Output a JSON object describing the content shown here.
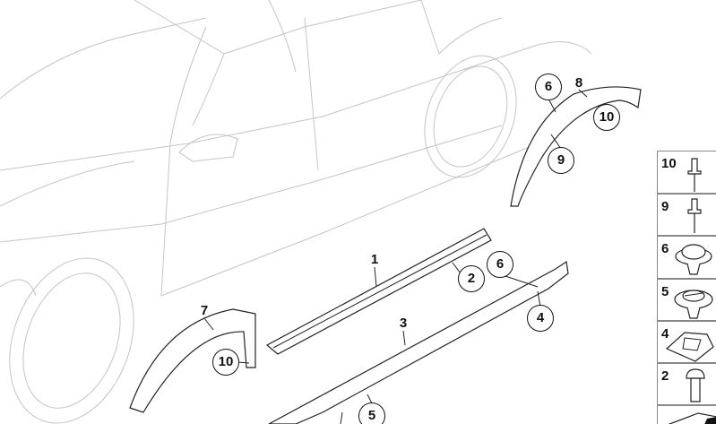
{
  "callouts": [
    {
      "id": "c6a",
      "label": "6",
      "circled": true
    },
    {
      "id": "c8",
      "label": "8",
      "circled": false
    },
    {
      "id": "c10a",
      "label": "10",
      "circled": true
    },
    {
      "id": "c9",
      "label": "9",
      "circled": true
    },
    {
      "id": "c1",
      "label": "1",
      "circled": false
    },
    {
      "id": "c2",
      "label": "2",
      "circled": true
    },
    {
      "id": "c6b",
      "label": "6",
      "circled": true
    },
    {
      "id": "c4",
      "label": "4",
      "circled": true
    },
    {
      "id": "c3",
      "label": "3",
      "circled": false
    },
    {
      "id": "c7",
      "label": "7",
      "circled": false
    },
    {
      "id": "c10b",
      "label": "10",
      "circled": true
    },
    {
      "id": "c5",
      "label": "5",
      "circled": true
    }
  ],
  "legend": [
    {
      "label": "10",
      "part": "rivet"
    },
    {
      "label": "9",
      "part": "rivet"
    },
    {
      "label": "6",
      "part": "expanding-clip"
    },
    {
      "label": "5",
      "part": "slotted-clip"
    },
    {
      "label": "4",
      "part": "mounting-bracket"
    },
    {
      "label": "2",
      "part": "screw"
    },
    {
      "label": "",
      "part": "wedge"
    }
  ]
}
